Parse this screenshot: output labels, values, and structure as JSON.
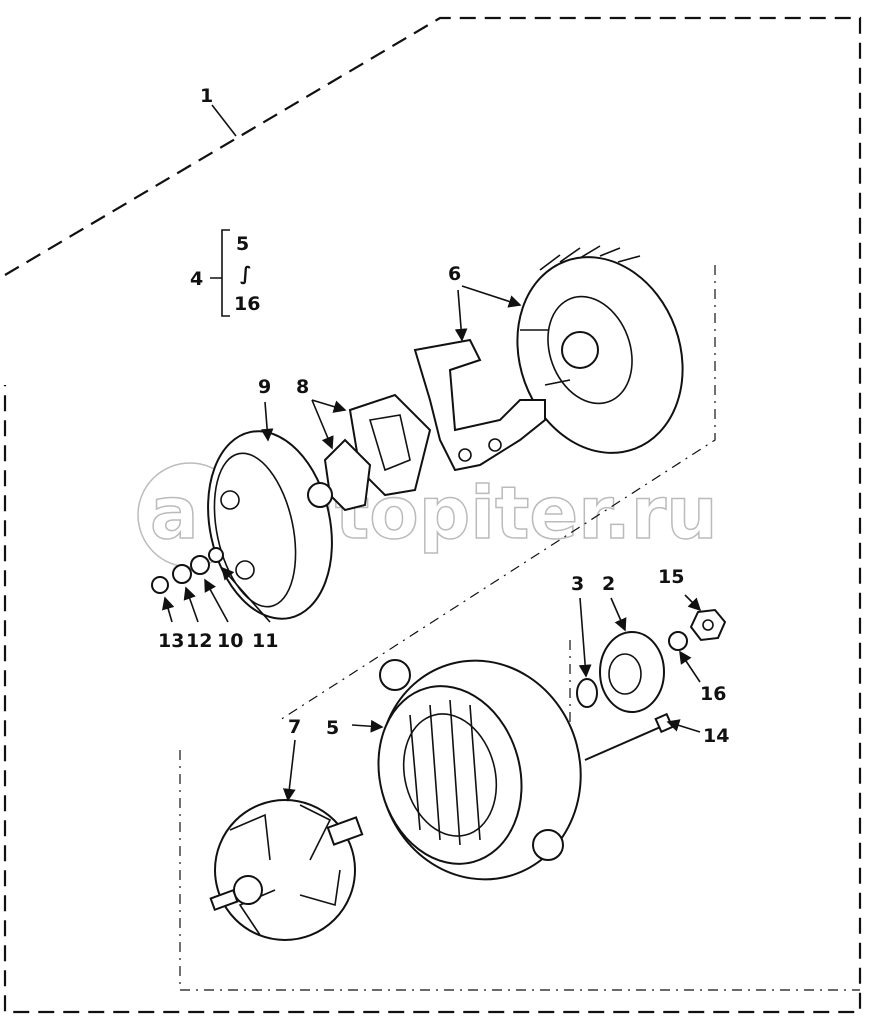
{
  "diagram": {
    "type": "exploded parts diagram",
    "colors": {
      "line": "#111111",
      "background": "#ffffff",
      "watermark": "#bbbbbb"
    },
    "watermark": "autopiter.ru",
    "labels": {
      "l1": "1",
      "l4": "4",
      "l4_top": "5",
      "l4_range": "∫",
      "l4_bottom": "16",
      "l6": "6",
      "l9": "9",
      "l8": "8",
      "l3": "3",
      "l2": "2",
      "l15": "15",
      "l13": "13",
      "l12": "12",
      "l10": "10",
      "l11": "11",
      "l16": "16",
      "l5": "5",
      "l7": "7",
      "l14": "14"
    }
  }
}
